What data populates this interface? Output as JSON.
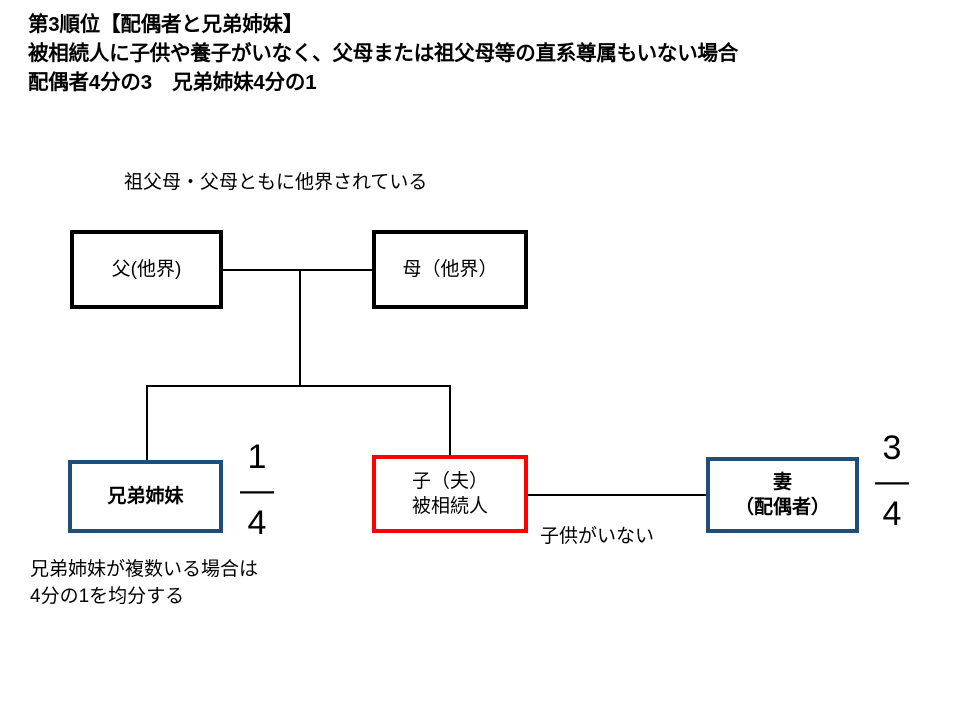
{
  "heading": {
    "line1": "第3順位【配偶者と兄弟姉妹】",
    "line2": "被相続人に子供や養子がいなく、父母または祖父母等の直系尊属もいない場合",
    "line3": "配偶者4分の3　兄弟姉妹4分の1"
  },
  "notes": {
    "grandparents": "祖父母・父母ともに他界されている",
    "no_child": "子供がいない",
    "siblings_line1": "兄弟姉妹が複数いる場合は",
    "siblings_line2": "4分の1を均分する"
  },
  "boxes": {
    "father": {
      "label": "父(他界)"
    },
    "mother": {
      "label": "母（他界）"
    },
    "sibling": {
      "label": "兄弟姉妹"
    },
    "decedent": {
      "line1": "子（夫）",
      "line2": "被相続人"
    },
    "wife": {
      "line1": "妻",
      "line2": "（配偶者）"
    }
  },
  "fractions": {
    "sibling": {
      "numerator": "1",
      "bar": "—",
      "denominator": "4"
    },
    "wife": {
      "numerator": "3",
      "bar": "—",
      "denominator": "4"
    }
  },
  "colors": {
    "black": "#000000",
    "blue": "#1F4E79",
    "red": "#FF0000",
    "background": "#FFFFFF"
  }
}
